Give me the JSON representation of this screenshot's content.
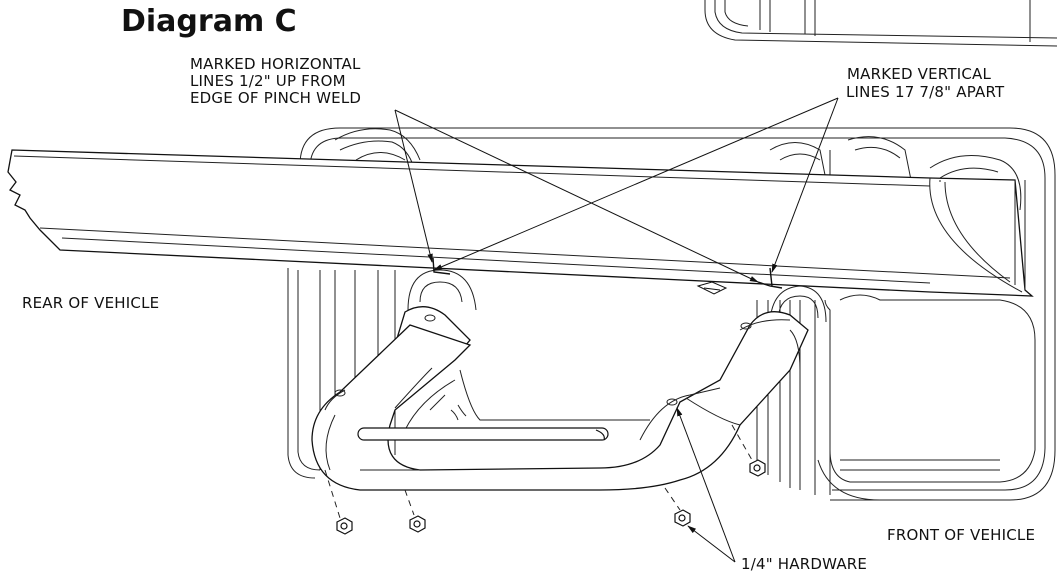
{
  "diagram": {
    "title": "Diagram C",
    "labels": {
      "horizontal_line1": "MARKED HORIZONTAL",
      "horizontal_line2": "LINES 1/2\" UP FROM",
      "horizontal_line3": "EDGE OF PINCH WELD",
      "vertical_line1": "MARKED VERTICAL",
      "vertical_line2": "LINES 17 7/8\" APART",
      "rear": "REAR OF VEHICLE",
      "front": "FRONT OF VEHICLE",
      "hardware": "1/4\" HARDWARE"
    }
  }
}
